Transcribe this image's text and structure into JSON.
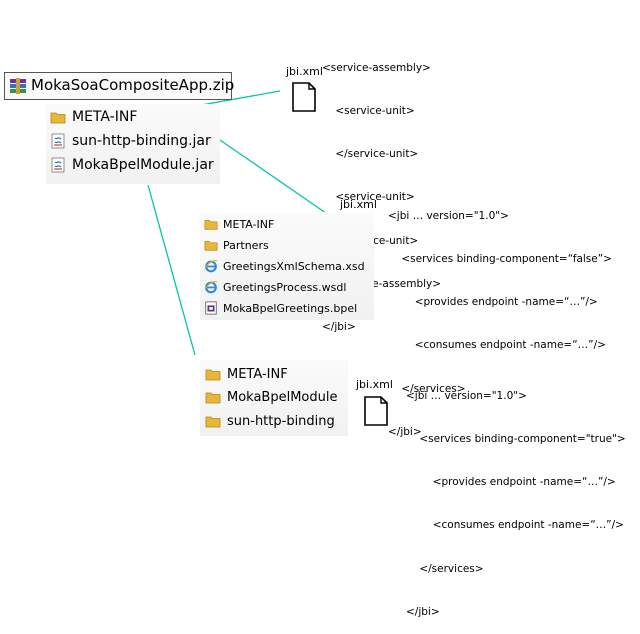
{
  "zip": {
    "name": "MokaSoaCompositeApp.zip",
    "items": [
      {
        "label": "META-INF",
        "icon": "folder-icon"
      },
      {
        "label": "sun-http-binding.jar",
        "icon": "jar-icon"
      },
      {
        "label": "MokaBpelModule.jar",
        "icon": "jar-icon"
      }
    ]
  },
  "bpel_module": {
    "items": [
      {
        "label": "META-INF",
        "icon": "folder-icon"
      },
      {
        "label": "Partners",
        "icon": "folder-icon"
      },
      {
        "label": "GreetingsXmlSchema.xsd",
        "icon": "ie-icon"
      },
      {
        "label": "GreetingsProcess.wsdl",
        "icon": "ie-icon"
      },
      {
        "label": "MokaBpelGreetings.bpel",
        "icon": "bpel-icon"
      }
    ]
  },
  "binding_module": {
    "items": [
      {
        "label": "META-INF",
        "icon": "folder-icon"
      },
      {
        "label": "MokaBpelModule",
        "icon": "folder-icon"
      },
      {
        "label": "sun-http-binding",
        "icon": "folder-icon"
      }
    ]
  },
  "jbi_label": "jbi.xml",
  "xml1": [
    "<service-assembly>",
    "    <service-unit>",
    "    </service-unit>",
    "    <service-unit>",
    "    </service-unit>",
    "  </service-assembly>",
    "</jbi>"
  ],
  "xml2": [
    "<jbi … version=\"1.0\">",
    "    <services binding-component=“false”>",
    "        <provides endpoint -name=“…”/>",
    "        <consumes endpoint -name=“…”/>",
    "    </services>",
    "</jbi>"
  ],
  "xml3": [
    "<jbi … version=\"1.0\">",
    "    <services binding-component=\"true\">",
    "        <provides endpoint -name=“…”/>",
    "        <consumes endpoint -name=“…”/>",
    "    </services>",
    "</jbi>"
  ],
  "colors": {
    "connector": "#00c8a8",
    "folder": "#e8b63a",
    "jar_accent": "#2a66b8"
  }
}
